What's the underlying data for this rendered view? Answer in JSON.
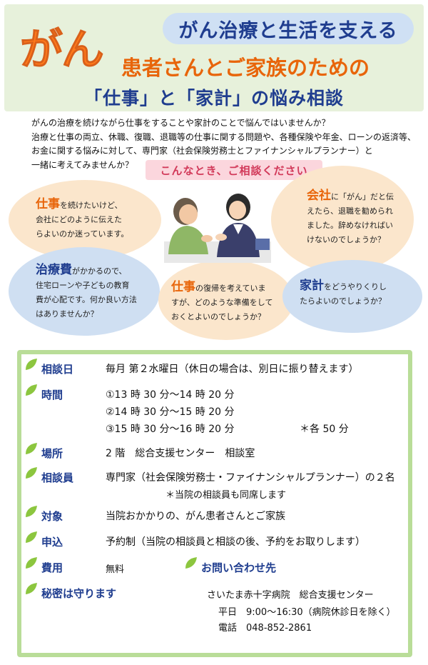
{
  "header": {
    "subtitle": "がん治療と生活を支える",
    "gan": "がん",
    "subtitle2": "患者さんとご家族のための",
    "title": "「仕事」と「家計」の悩み相談"
  },
  "intro": {
    "lines": [
      "がんの治療を続けながら仕事をすることや家計のことで悩んではいませんか？",
      "治療と仕事の両立、休職、復職、退職等の仕事に関する問題や、各種保険や年金、ローンの返済等、",
      "お金に関する悩みに対して、専門家（社会保険労務士とファイナンシャルプランナー）と",
      "一緒に考えてみませんか？"
    ]
  },
  "banner": "こんなとき、ご相談ください",
  "bubbles": {
    "b1": {
      "kw": "仕事",
      "rest1": "を続けたいけど、",
      "line2": "会社にどのように伝えた",
      "line3": "らよいのか迷っています。"
    },
    "b2": {
      "kw": "会社",
      "rest1": "に「がん」だと伝",
      "line2": "えたら、退職を勧められ",
      "line3": "ました。辞めなければい",
      "line4": "けないのでしょうか？"
    },
    "b3": {
      "kw": "治療費",
      "rest1": "がかかるので、",
      "line2": "住宅ローンや子どもの教育",
      "line3": "費が心配です。何か良い方法",
      "line4": "はありませんか？"
    },
    "b4": {
      "kw": "仕事",
      "rest1": "の復帰を考えていま",
      "line2": "すが、どのような準備をして",
      "line3": "おくとよいのでしょうか？"
    },
    "b5": {
      "kw": "家計",
      "rest1": "をどうやりくりし",
      "line2": "たらよいのでしょうか？"
    }
  },
  "info": {
    "date_label": "相談日",
    "date_value": "毎月 第２水曜日（休日の場合は、別日に振り替えます）",
    "time_label": "時間",
    "times": [
      "①13 時 30 分～14 時 20 分",
      "②14 時 30 分～15 時 20 分",
      "③15 時 30 分～16 時 20 分"
    ],
    "time_note": "＊各 50 分",
    "place_label": "場所",
    "place_value": "2 階　総合支援センター　相談室",
    "staff_label": "相談員",
    "staff_value": "専門家（社会保険労務士・ファイナンシャルプランナー）の２名",
    "staff_note": "＊当院の相談員も同席します",
    "target_label": "対象",
    "target_value": "当院おかかりの、がん患者さんとご家族",
    "apply_label": "申込",
    "apply_value": "予約制（当院の相談員と相談の後、予約をお取りします）",
    "fee_label": "費用",
    "fee_value": "無料",
    "contact_label": "お問い合わせ先",
    "secret_label": "秘密は守ります",
    "hospital": "さいたま赤十字病院　総合支援センター",
    "hours": "平日　9:00～16:30（病院休診日を除く）",
    "tel": "電話　048-852-2861"
  },
  "colors": {
    "orange": "#ff7a1a",
    "navy": "#1f3d8f",
    "green_frame": "#b9dd98",
    "leaf": "#8cc63f"
  }
}
